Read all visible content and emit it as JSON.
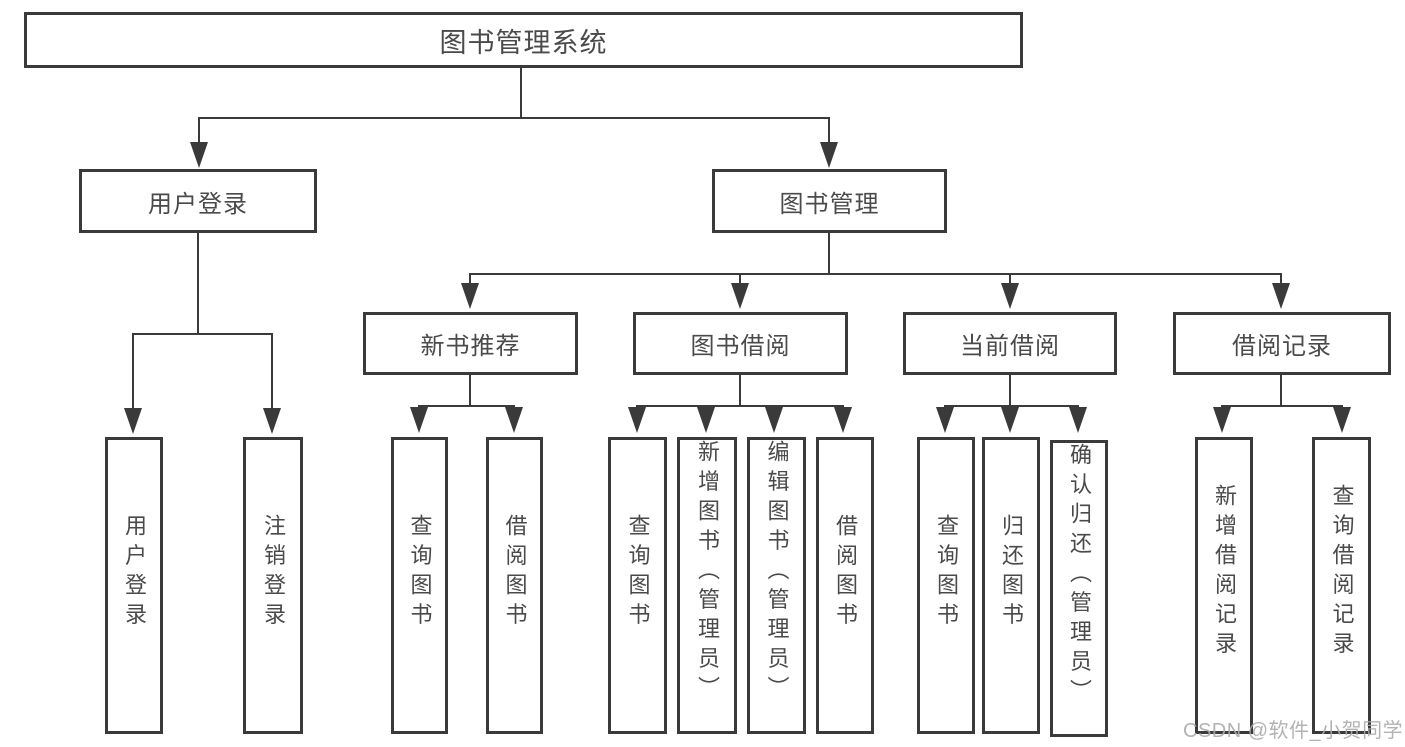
{
  "tree": {
    "label": "图书管理系统",
    "children": [
      {
        "label": "用户登录",
        "children": [
          {
            "label": "用户登录"
          },
          {
            "label": "注销登录"
          }
        ]
      },
      {
        "label": "图书管理",
        "children": [
          {
            "label": "新书推荐",
            "children": [
              {
                "label": "查询图书"
              },
              {
                "label": "借阅图书"
              }
            ]
          },
          {
            "label": "图书借阅",
            "children": [
              {
                "label": "查询图书"
              },
              {
                "label": "新增图书（管理员）"
              },
              {
                "label": "编辑图书（管理员）"
              },
              {
                "label": "借阅图书"
              }
            ]
          },
          {
            "label": "当前借阅",
            "children": [
              {
                "label": "查询图书"
              },
              {
                "label": "归还图书"
              },
              {
                "label": "确认归还（管理员）"
              }
            ]
          },
          {
            "label": "借阅记录",
            "children": [
              {
                "label": "新增借阅记录"
              },
              {
                "label": "查询借阅记录"
              }
            ]
          }
        ]
      }
    ]
  },
  "watermark": {
    "text": "CSDN @软件_小贺同学"
  },
  "colors": {
    "line": "#3a3a3a",
    "text": "#4a4a4a",
    "watermark": "#ababab",
    "background": "#ffffff"
  }
}
